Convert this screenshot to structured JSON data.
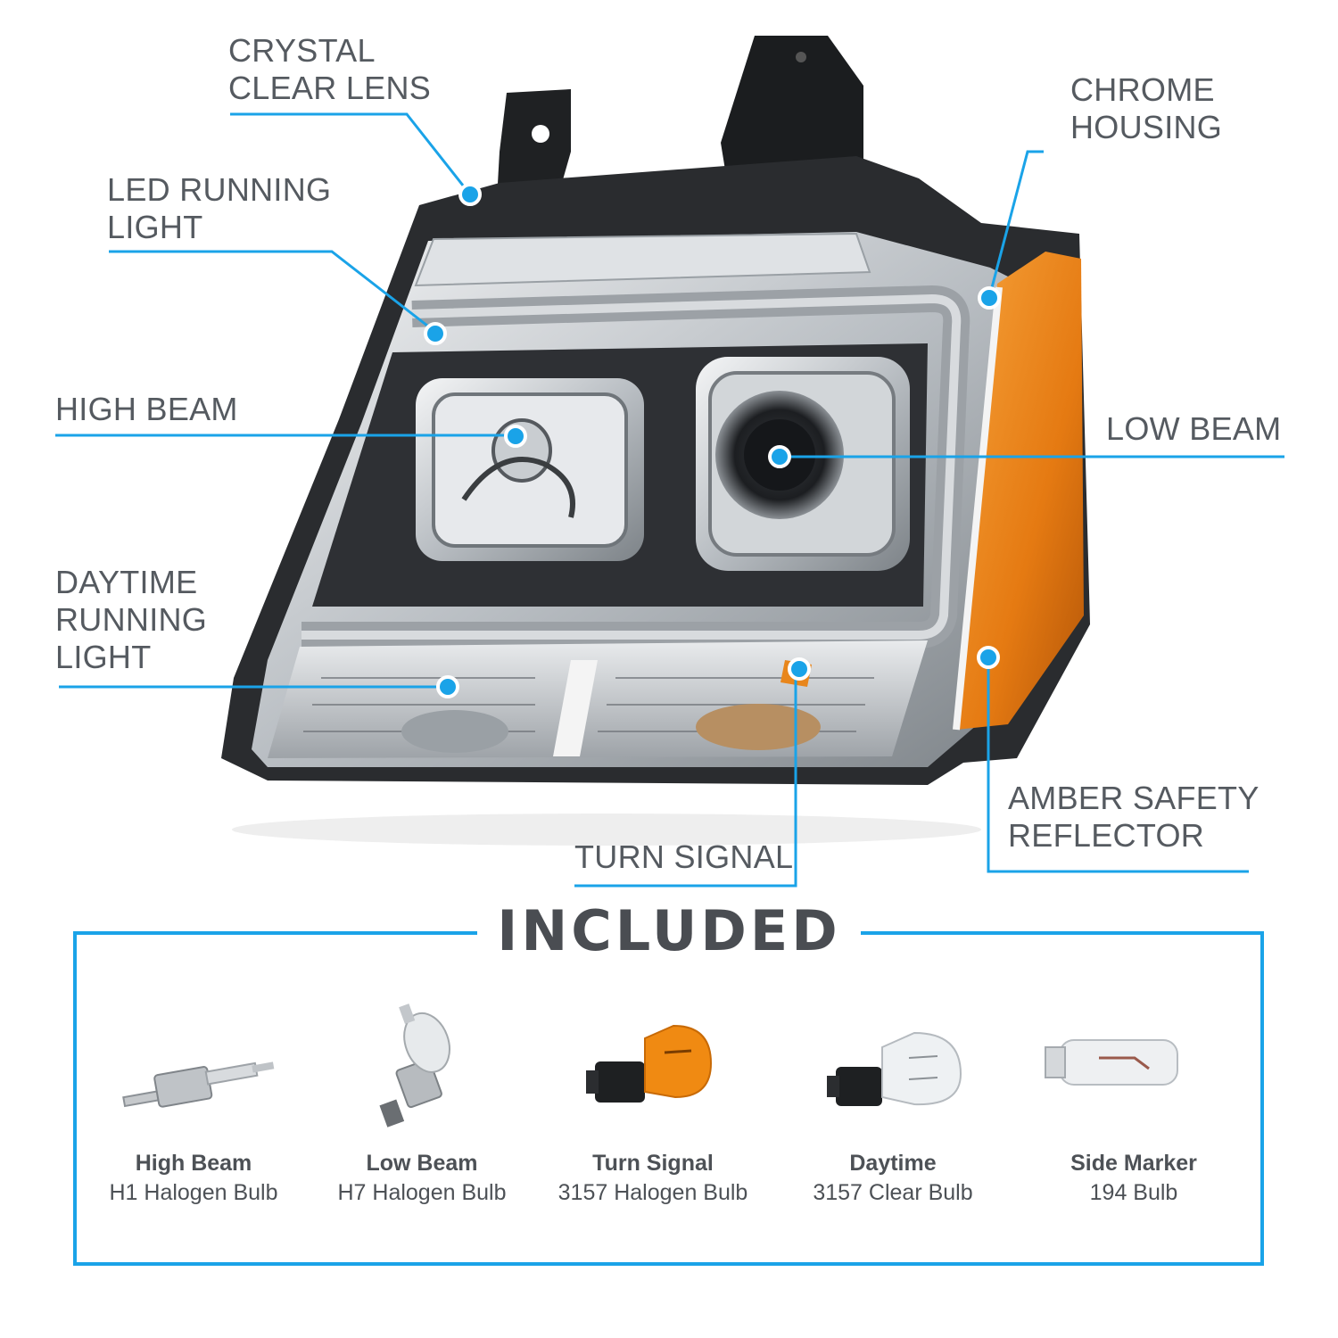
{
  "callouts": [
    {
      "id": "crystal-clear-lens",
      "lines": [
        "CRYSTAL",
        "CLEAR LENS"
      ]
    },
    {
      "id": "led-running-light",
      "lines": [
        "LED RUNNING",
        "LIGHT"
      ]
    },
    {
      "id": "high-beam",
      "lines": [
        "HIGH BEAM"
      ]
    },
    {
      "id": "daytime-running-light",
      "lines": [
        "DAYTIME",
        "RUNNING",
        "LIGHT"
      ]
    },
    {
      "id": "chrome-housing",
      "lines": [
        "CHROME",
        "HOUSING"
      ]
    },
    {
      "id": "low-beam",
      "lines": [
        "LOW BEAM"
      ]
    },
    {
      "id": "amber-safety-reflector",
      "lines": [
        "AMBER SAFETY",
        "REFLECTOR"
      ]
    },
    {
      "id": "turn-signal",
      "lines": [
        "TURN SIGNAL"
      ]
    }
  ],
  "included": {
    "title": "INCLUDED",
    "bulbs": [
      {
        "name": "High Beam",
        "spec": "H1 Halogen Bulb",
        "icon": "h1-bulb-icon"
      },
      {
        "name": "Low Beam",
        "spec": "H7 Halogen Bulb",
        "icon": "h7-bulb-icon"
      },
      {
        "name": "Turn Signal",
        "spec": "3157 Halogen Bulb",
        "icon": "amber-3157-bulb-icon"
      },
      {
        "name": "Daytime",
        "spec": "3157 Clear Bulb",
        "icon": "clear-3157-bulb-icon"
      },
      {
        "name": "Side Marker",
        "spec": "194 Bulb",
        "icon": "194-bulb-icon"
      }
    ]
  },
  "colors": {
    "accent": "#1aa3e8",
    "text": "#555a60",
    "amber": "#e8861c",
    "chrome": "#c8ccd0"
  }
}
